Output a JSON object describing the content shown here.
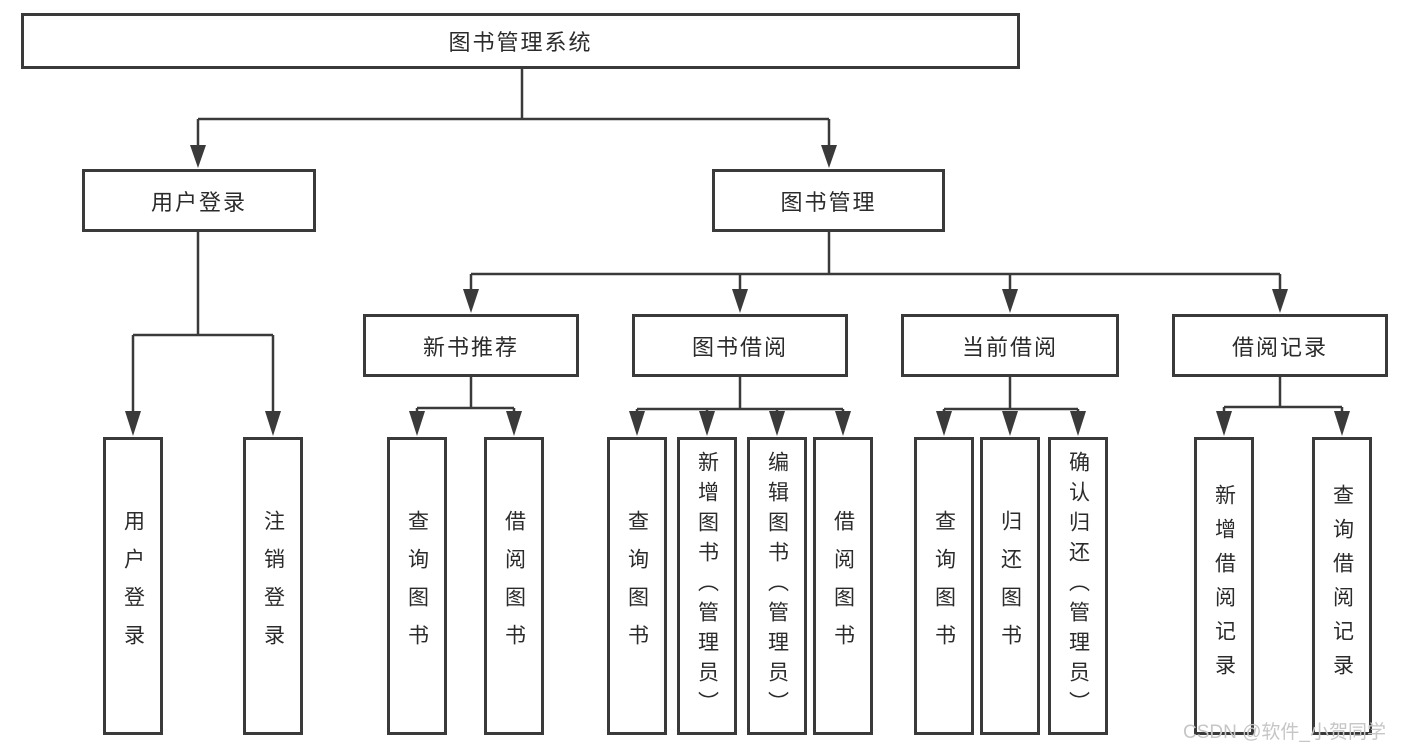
{
  "diagram": {
    "root": {
      "label": "图书管理系统"
    },
    "level2": [
      {
        "label": "用户登录",
        "parent": "图书管理系统"
      },
      {
        "label": "图书管理",
        "parent": "图书管理系统"
      }
    ],
    "level3": [
      {
        "label": "新书推荐",
        "parent": "图书管理"
      },
      {
        "label": "图书借阅",
        "parent": "图书管理"
      },
      {
        "label": "当前借阅",
        "parent": "图书管理"
      },
      {
        "label": "借阅记录",
        "parent": "图书管理"
      }
    ],
    "level4": [
      {
        "label": "用户登录",
        "parent": "用户登录"
      },
      {
        "label": "注销登录",
        "parent": "用户登录"
      },
      {
        "label": "查询图书",
        "parent": "新书推荐"
      },
      {
        "label": "借阅图书",
        "parent": "新书推荐"
      },
      {
        "label": "查询图书",
        "parent": "图书借阅"
      },
      {
        "label": "新增图书（管理员）",
        "parent": "图书借阅"
      },
      {
        "label": "编辑图书（管理员）",
        "parent": "图书借阅"
      },
      {
        "label": "借阅图书",
        "parent": "图书借阅"
      },
      {
        "label": "查询图书",
        "parent": "当前借阅"
      },
      {
        "label": "归还图书",
        "parent": "当前借阅"
      },
      {
        "label": "确认归还（管理员）",
        "parent": "当前借阅"
      },
      {
        "label": "新增借阅记录",
        "parent": "借阅记录"
      },
      {
        "label": "查询借阅记录",
        "parent": "借阅记录"
      }
    ]
  },
  "watermark": {
    "text": "CSDN @软件_小贺同学"
  },
  "colors": {
    "line": "#3a3a3a",
    "text": "#2b2b2b",
    "background": "#ffffff",
    "watermark": "#c6c6c6"
  }
}
